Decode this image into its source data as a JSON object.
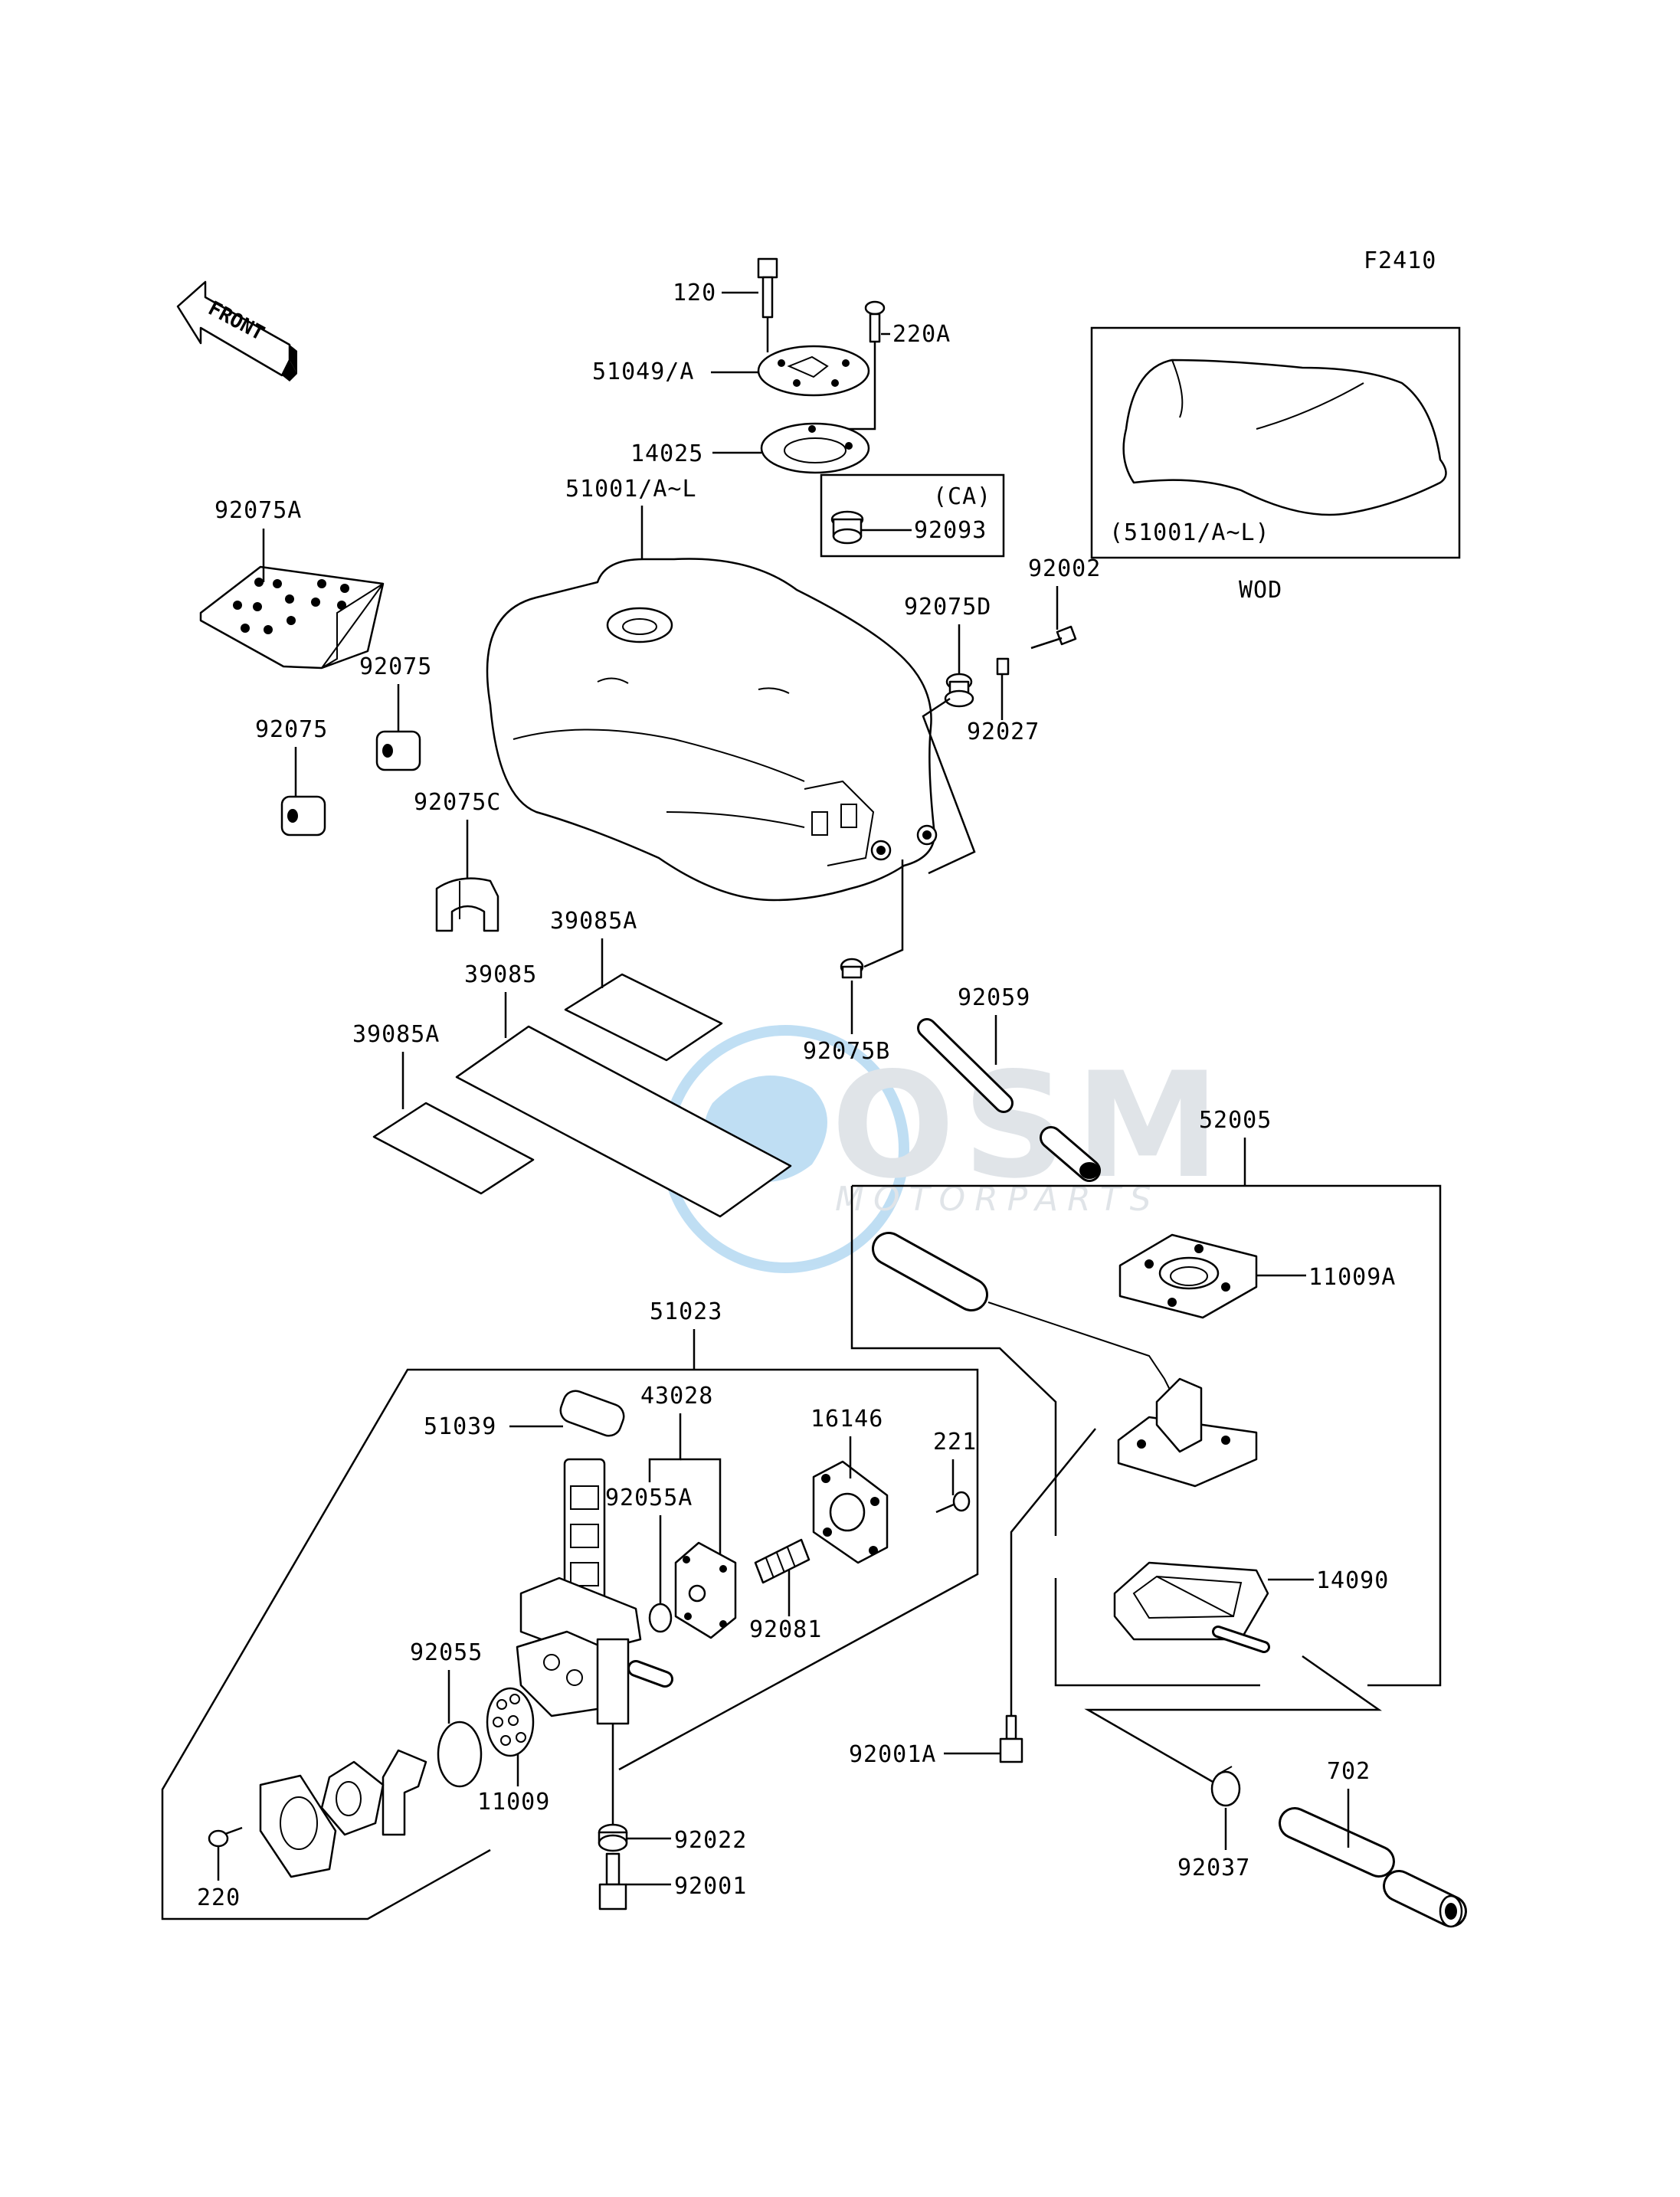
{
  "diagram_code": "F2410",
  "front_arrow_text": "FRONT",
  "watermark": {
    "brand": "OSM",
    "subtitle": "MOTORPARTS",
    "color": "#4aa3df"
  },
  "inset": {
    "label": "(51001/A~L)",
    "caption": "WOD"
  },
  "ca_box": {
    "title": "(CA)",
    "part": "92093"
  },
  "parts": {
    "p120": "120",
    "p220A": "220A",
    "p51049A": "51049/A",
    "p14025": "14025",
    "p51001": "51001/A~L",
    "p92075A": "92075A",
    "p92075a": "92075",
    "p92075b": "92075",
    "p92075C": "92075C",
    "p92002": "92002",
    "p92075D": "92075D",
    "p92027": "92027",
    "p39085A_top": "39085A",
    "p39085": "39085",
    "p39085A_left": "39085A",
    "p92075B": "92075B",
    "p92059": "92059",
    "p52005": "52005",
    "p11009A": "11009A",
    "p14090": "14090",
    "p51023": "51023",
    "p51039": "51039",
    "p43028": "43028",
    "p92055A": "92055A",
    "p16146": "16146",
    "p221": "221",
    "p92081": "92081",
    "p92055": "92055",
    "p11009": "11009",
    "p92022": "92022",
    "p92001": "92001",
    "p220": "220",
    "p92001A": "92001A",
    "p92037": "92037",
    "p702": "702"
  }
}
